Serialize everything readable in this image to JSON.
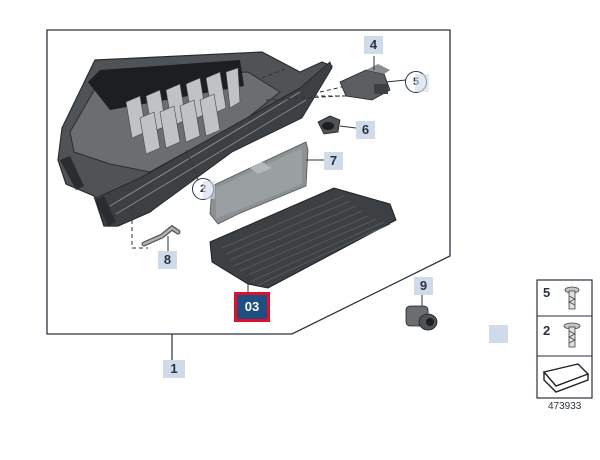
{
  "diagram": {
    "callouts": [
      {
        "id": "1",
        "label": "1",
        "circled": false
      },
      {
        "id": "2",
        "label": "2",
        "circled": true
      },
      {
        "id": "3",
        "label": "03",
        "circled": false,
        "selected": true
      },
      {
        "id": "4",
        "label": "4",
        "circled": false
      },
      {
        "id": "5",
        "label": "5",
        "circled": true
      },
      {
        "id": "6",
        "label": "6",
        "circled": false
      },
      {
        "id": "7",
        "label": "7",
        "circled": false
      },
      {
        "id": "8",
        "label": "8",
        "circled": false
      },
      {
        "id": "9",
        "label": "9",
        "circled": false
      }
    ],
    "legend": {
      "items": [
        {
          "label": "5",
          "part": "screw-icon"
        },
        {
          "label": "2",
          "part": "self-tapping-screw-icon"
        }
      ],
      "reference": "473933"
    },
    "colors": {
      "selected_fill": "#1f4f82",
      "selected_border": "#e0102a",
      "tag_fill": "#cfdbe9"
    }
  }
}
